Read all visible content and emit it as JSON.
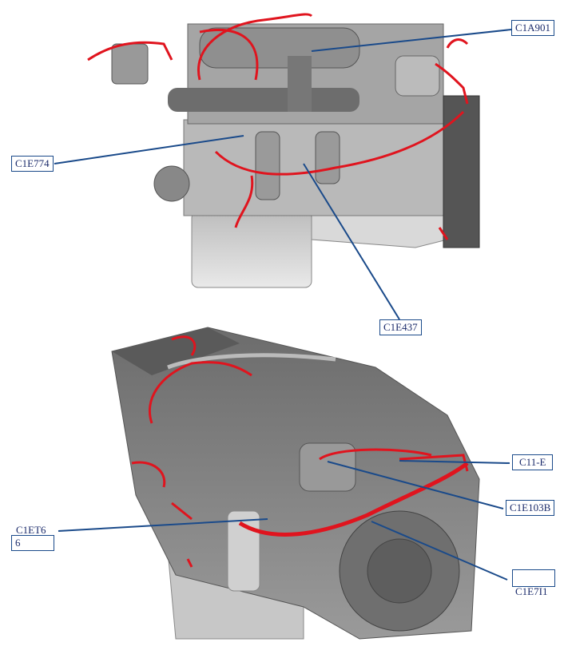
{
  "labels": {
    "c1a901": "C1A901",
    "c1e774": "C1E774",
    "c1e437": "C1E437",
    "c11e": "C11-E",
    "c1e103b": "C1E103B",
    "c1et6_top": "C1ET6",
    "c1et6_box": "6",
    "c1e711": "C1E7I1"
  },
  "colors": {
    "harness": "#e0141e",
    "leader": "#1a4a8a",
    "engine": "#c8c8c8",
    "engine_dark": "#7a7a7a"
  }
}
